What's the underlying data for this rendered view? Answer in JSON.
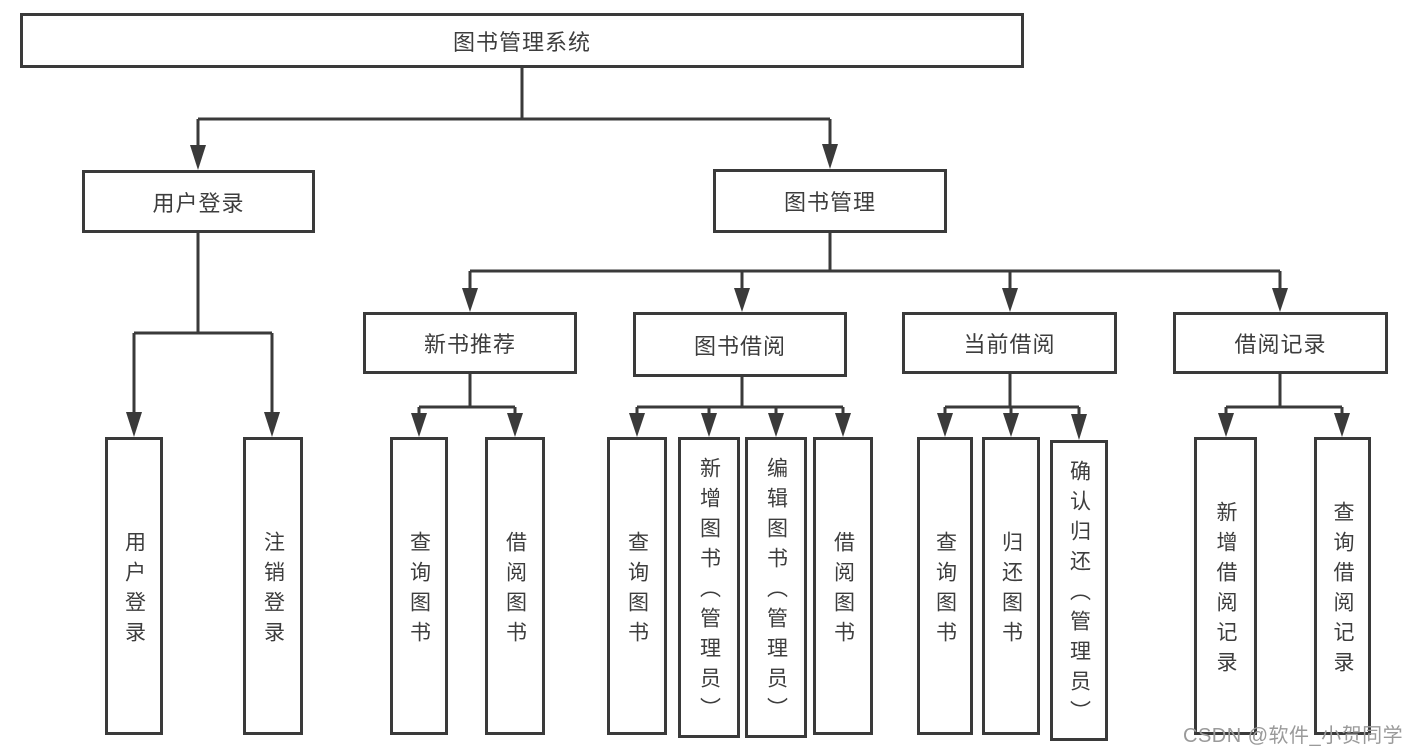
{
  "colors": {
    "line": "#3a3a3a",
    "box_border": "#3a3a3a",
    "box_fill": "#ffffff",
    "text": "#3d3d3d",
    "watermark": "#9a9a9a",
    "background": "#ffffff"
  },
  "watermark": {
    "text": "CSDN @软件_小贺同学"
  },
  "tree": {
    "label": "图书管理系统",
    "children": [
      {
        "label": "用户登录",
        "children": [
          {
            "label": "用户登录"
          },
          {
            "label": "注销登录"
          }
        ]
      },
      {
        "label": "图书管理",
        "children": [
          {
            "label": "新书推荐",
            "children": [
              {
                "label": "查询图书"
              },
              {
                "label": "借阅图书"
              }
            ]
          },
          {
            "label": "图书借阅",
            "children": [
              {
                "label": "查询图书"
              },
              {
                "label": "新增图书（管理员）"
              },
              {
                "label": "编辑图书（管理员）"
              },
              {
                "label": "借阅图书"
              }
            ]
          },
          {
            "label": "当前借阅",
            "children": [
              {
                "label": "查询图书"
              },
              {
                "label": "归还图书"
              },
              {
                "label": "确认归还（管理员）"
              }
            ]
          },
          {
            "label": "借阅记录",
            "children": [
              {
                "label": "新增借阅记录"
              },
              {
                "label": "查询借阅记录"
              }
            ]
          }
        ]
      }
    ]
  }
}
